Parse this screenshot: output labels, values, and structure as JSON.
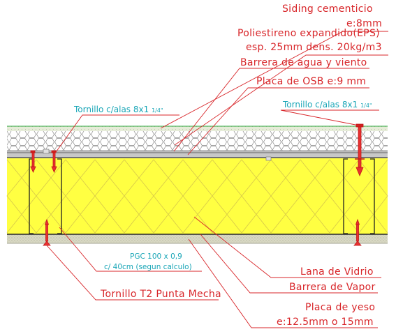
{
  "labels": {
    "siding_l1": "Siding cementicio",
    "siding_l2": "e:8mm",
    "eps_l1": "Poliestireno expandido(EPS)",
    "eps_l2": "esp. 25mm dens. 20kg/m3",
    "barrera_agua": "Barrera de agua y viento",
    "osb": "Placa de OSB e:9 mm",
    "tornillo_left": "Tornillo c/alas 8x1",
    "tornillo_left_frac": "1/4\"",
    "tornillo_right": "Tornillo c/alas 8x1",
    "tornillo_right_frac": "1/4\"",
    "pgc_l1": "PGC 100 x 0,9",
    "pgc_l2": "c/ 40cm (segun calculo)",
    "tornillo_t2": "Tornillo T2 Punta Mecha",
    "lana": "Lana de Vidrio",
    "barrera_vapor": "Barrera de Vapor",
    "yeso_l1": "Placa de yeso",
    "yeso_l2": "e:12.5mm o 15mm"
  },
  "colors": {
    "annotation_text": "#d8262a",
    "leader_line": "#d8262a",
    "steel_label_text": "#1aa6b7",
    "glass_wool": "#ffff42",
    "wool_hatch": "#d6c74a",
    "eps_cells": "#8a8a8a",
    "gypsum": "#d9d9c4",
    "siding": "#e6ecd8"
  }
}
